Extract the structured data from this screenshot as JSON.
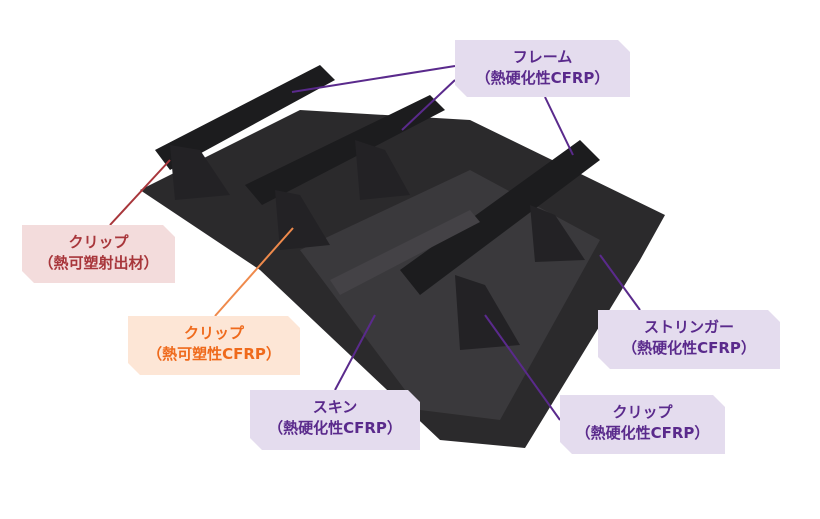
{
  "labels": {
    "frame": {
      "name": "フレーム",
      "material": "（熱硬化性CFRP）"
    },
    "clip_injection": {
      "name": "クリップ",
      "material": "（熱可塑射出材）"
    },
    "clip_thermoplastic": {
      "name": "クリップ",
      "material": "（熱可塑性CFRP）"
    },
    "skin": {
      "name": "スキン",
      "material": "（熱硬化性CFRP）"
    },
    "stringer": {
      "name": "ストリンガー",
      "material": "（熱硬化性CFRP）"
    },
    "clip_thermoset": {
      "name": "クリップ",
      "material": "（熱硬化性CFRP）"
    }
  },
  "colors": {
    "purple": "#5a2a8c",
    "red": "#a8363b",
    "orange": "#ef6a1c"
  }
}
